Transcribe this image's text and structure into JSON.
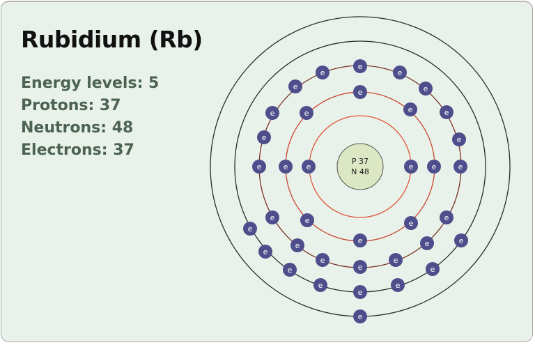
{
  "title": "Rubidium (Rb)",
  "info": {
    "energy_levels": "Energy levels: 5",
    "protons": "Protons: 37",
    "neutrons": "Neutrons: 48",
    "electrons": "Electrons: 37"
  },
  "nucleus": {
    "line1": "P 37",
    "line2": "N 48",
    "fill": "#dbe8c3",
    "stroke": "#555555"
  },
  "electron_label": "e",
  "colors": {
    "background": "#e9f2ea",
    "info_text": "#4c6352",
    "electron": "#4e4e8c",
    "inner_orbit": "#e0573a",
    "middle_orbit": "#7a2e22",
    "outer_orbit": "#2a2a2a"
  },
  "shells": [
    {
      "level": 1,
      "electrons": 2
    },
    {
      "level": 2,
      "electrons": 8
    },
    {
      "level": 3,
      "electrons": 18
    },
    {
      "level": 4,
      "electrons": 8
    },
    {
      "level": 5,
      "electrons": 1
    }
  ]
}
